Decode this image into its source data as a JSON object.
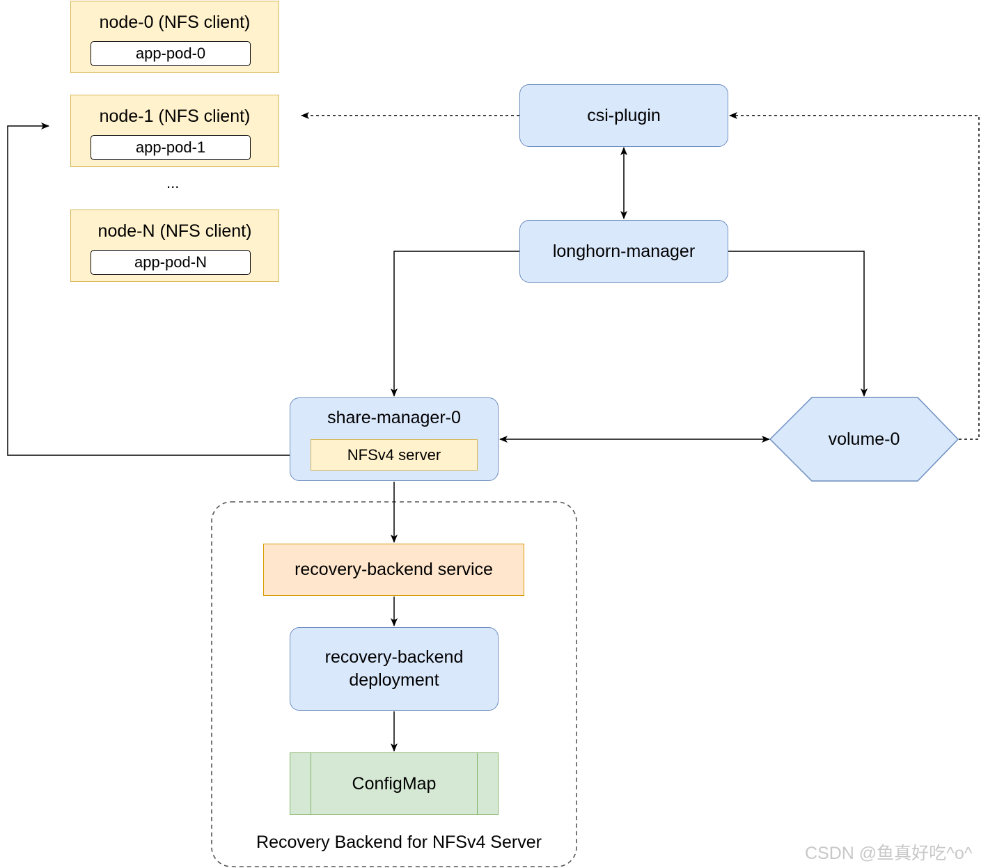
{
  "nodes": [
    {
      "title": "node-0 (NFS client)",
      "pod": "app-pod-0"
    },
    {
      "title": "node-1 (NFS client)",
      "pod": "app-pod-1"
    },
    {
      "title": "node-N (NFS client)",
      "pod": "app-pod-N"
    }
  ],
  "ellipsis": "...",
  "csi_plugin": "csi-plugin",
  "longhorn_manager": "longhorn-manager",
  "share_manager": {
    "title": "share-manager-0",
    "server": "NFSv4 server"
  },
  "volume": "volume-0",
  "recovery_service": "recovery-backend service",
  "recovery_deployment": {
    "line1": "recovery-backend",
    "line2": "deployment"
  },
  "configmap": "ConfigMap",
  "group_label": "Recovery Backend for NFSv4 Server",
  "watermark": "CSDN @鱼真好吃^o^",
  "colors": {
    "node_fill": "#fff2cc",
    "node_stroke": "#d6b656",
    "blue_fill": "#dae8fc",
    "blue_stroke": "#6c8ebf",
    "orange_fill": "#ffe6cc",
    "orange_stroke": "#d79b00",
    "green_fill": "#d5e8d4",
    "green_stroke": "#82b366"
  }
}
